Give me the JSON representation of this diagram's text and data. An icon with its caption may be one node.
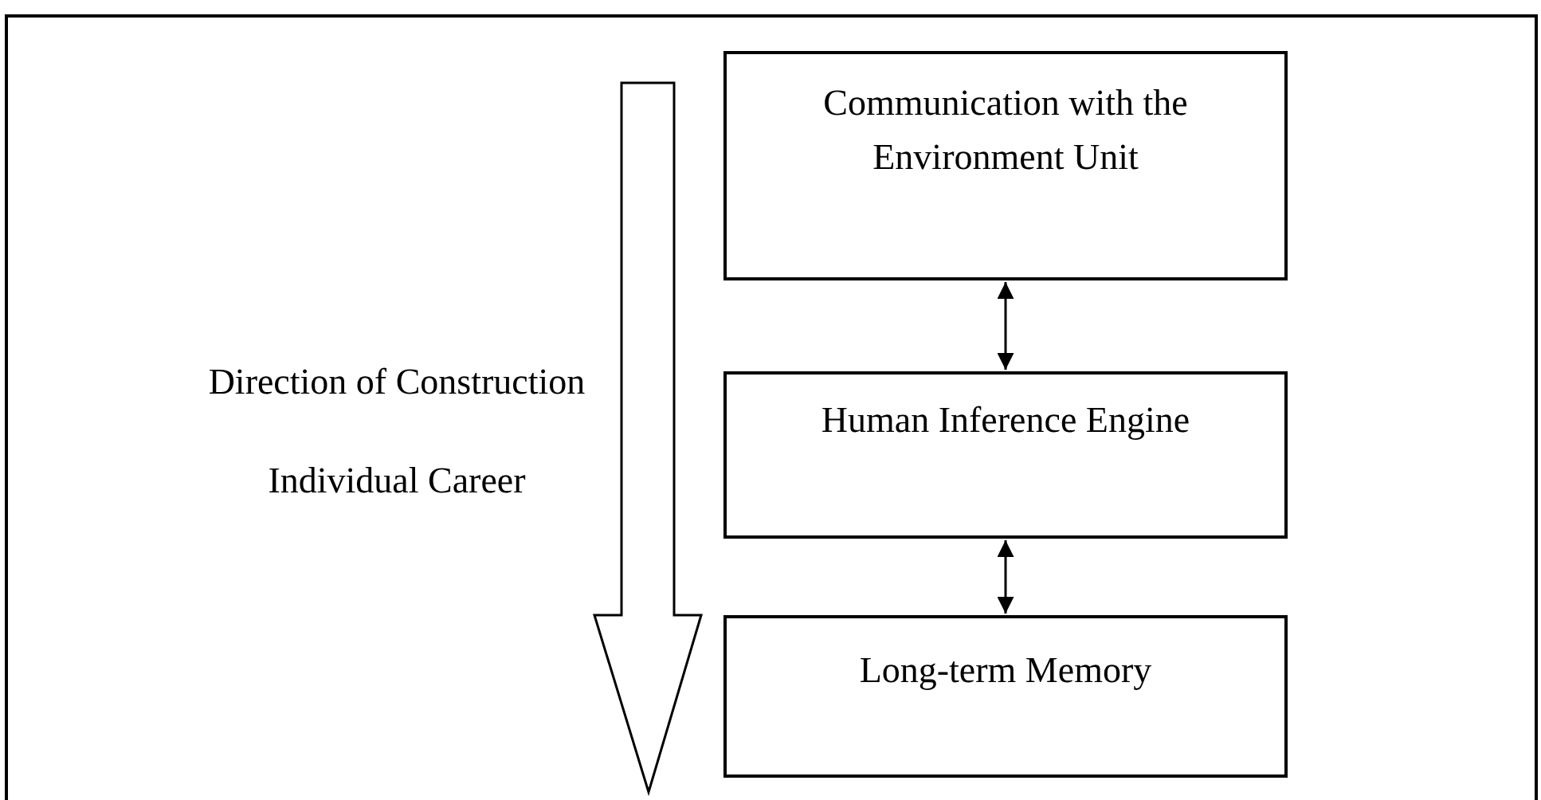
{
  "diagram": {
    "nodes": [
      {
        "text": [
          "Communication with the Environment Unit"
        ]
      },
      {
        "text": [
          "Human Inference Engine"
        ]
      },
      {
        "text": [
          "Long-term Memory"
        ]
      }
    ],
    "edges": [
      {
        "from": 0,
        "to": 1,
        "arrow": "both"
      },
      {
        "from": 1,
        "to": 2,
        "arrow": "both"
      }
    ],
    "labels": [
      "Direction of Construction",
      "Individual Career"
    ]
  }
}
